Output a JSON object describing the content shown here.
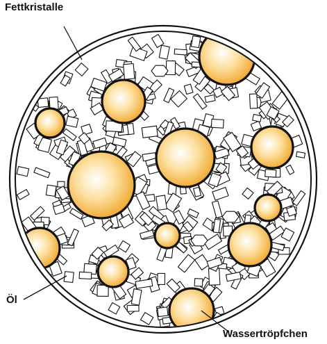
{
  "labels": {
    "fat_crystals": "Fettkristalle",
    "oil": "Öl",
    "water_droplets": "Wassertröpfchen"
  },
  "colors": {
    "droplet_center": "#ffffff",
    "droplet_mid": "#fcd27e",
    "droplet_edge": "#f0a62a",
    "outline": "#111111",
    "background": "#ffffff"
  }
}
